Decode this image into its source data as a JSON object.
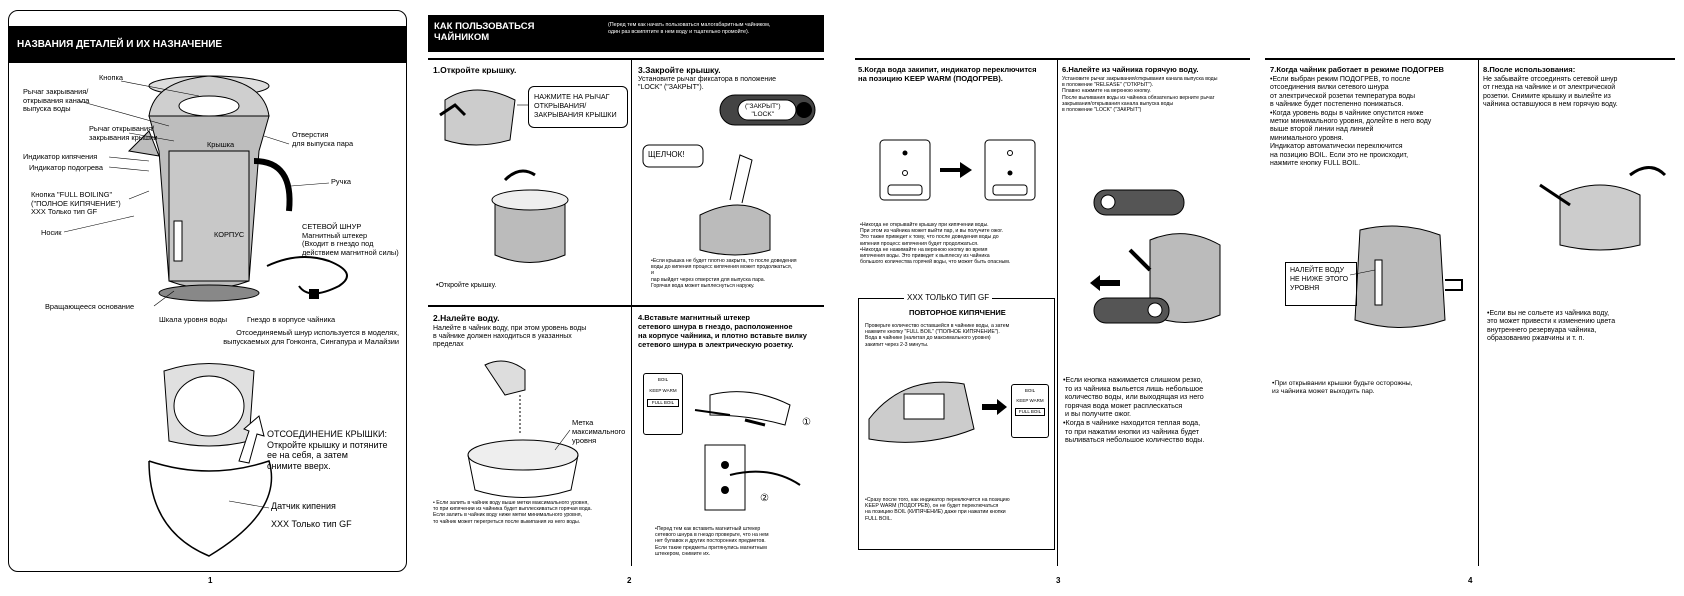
{
  "page1": {
    "header": "НАЗВАНИЯ ДЕТАЛЕЙ И ИХ НАЗНАЧЕНИЕ",
    "labels": {
      "knopka": "Кнопка",
      "lever1": "Рычаг закрывания/\nоткрывания канала\nвыпуска воды",
      "lever2": "Рычаг открывания/\nзакрывания крышки",
      "boil_ind": "Индикатор кипячения",
      "warm_ind": "Индикатор подогрева",
      "fullboil": "Кнопка \"FULL BOILING\"\n(\"ПОЛНОЕ КИПЯЧЕНИЕ\")\nXXX Только тип GF",
      "nosik": "Носик",
      "base": "Вращающееся основание",
      "scale": "Шкала уровня воды",
      "socket": "Гнездо в корпусе чайника",
      "lid": "Крышка",
      "body": "КОРПУС",
      "steam": "Отверстия\nдля выпуска пара",
      "handle": "Ручка",
      "cord": "СЕТЕВОЙ ШНУР\nМагнитный штекер\n(Входит в гнездо под\nдействием магнитной силы)",
      "detach_note": "Отсоединяемый шнур используется в моделях,\nвыпускаемых для Гонконга, Сингапура и Малайзии",
      "lid_remove": "ОТСОЕДИНЕНИЕ КРЫШКИ:\nОткройте крышку и потяните\nее на себя, а затем\nснимите вверх.",
      "sensor": "Датчик кипения",
      "gf_only": "XXX Только тип GF"
    },
    "page_num": "1"
  },
  "page2": {
    "header": "КАК ПОЛЬЗОВАТЬСЯ\nЧАЙНИКОМ",
    "header_note": "(Перед тем как начать пользоваться малогабаритным чайником,\nодин раз вскипятите в нем воду и тщательно промойте).",
    "s1_title": "1.Откройте крышку.",
    "s1_callout": "НАЖМИТЕ НА РЫЧАГ\nОТКРЫВАНИЯ/\nЗАКРЫВАНИЯ КРЫШКИ",
    "s1_caption": "•Откройте крышку.",
    "s3_title": "3.Закройте крышку.",
    "s3_sub": "Установите рычаг фиксатора в положение\n\"LOCK\" (\"ЗАКРЫТ\").",
    "s3_lock": "(\"ЗАКРЫТ\")\n\"LOCK\"",
    "s3_click": "ЩЕЛЧОК!",
    "s3_note": "•Если крышка не будет плотно закрыта, то после доведения\nводы до кипения процесс кипячения может продолжаться,\nи\nпар выйдет через отверстия для выпуска пара.\nГорячая вода может выплеснуться наружу.",
    "s2_title": "2.Налейте воду.",
    "s2_sub": "Налейте в чайник воду, при этом уровень воды\nв чайнике должен находиться в указанных\nпределах",
    "s2_mark": "Метка\nмаксимального\nуровня",
    "s2_note": "• Если залить в чайник воду выше метки максимального уровня,\nто при кипячении из чайника будет выплескиваться горячая вода.\nЕсли залить в чайник воду ниже метки минимального уровня,\nто чайник может перегреться после выкипания из него воды.",
    "s4_title": "4.Вставьте магнитный штекер\nсетевого шнура в гнездо, расположенное\nна корпусе чайника, и плотно вставьте вилку\nсетевого шнура в электрическую розетку.",
    "s4_panel": [
      "BOIL",
      "KEEP WARM",
      "FULL BOIL"
    ],
    "s4_num1": "①",
    "s4_num2": "②",
    "s4_note": "•Перед тем как вставить магнитный штекер\nсетевого шнура в гнездо проверьте, что на нем\nнет булавок и других посторонних предметов.\nЕсли такие предметы притянулись магнитным\nштекером, снимите их.",
    "page_num": "2"
  },
  "page3": {
    "s5_title": "5.Когда вода закипит, индикатор переключится\nна позицию KEEP WARM (ПОДОГРЕВ).",
    "s5_note": "•Никогда не открывайте крышку при кипячении воды.\nПри этом из чайника может выйти пар, и вы получите ожог.\nЭто также приведет к тому, что после доведения воды до\nкипения процесс кипячения будет продолжаться.\n•Никогда не нажимайте на верхнюю кнопку во время\nкипячения воды. Это приведет к выплеску из чайника\nбольшого количества горячей воды, что может быть опасным.",
    "gf_box_title": "XXX ТОЛЬКО ТИП GF",
    "gf_box_sub": "ПОВТОРНОЕ КИПЯЧЕНИЕ",
    "gf_box_text": "Проверьте количество оставшейся в чайнике воды, а затем\nнажмите кнопку \"FULL BOIL\" (\"ПОЛНОЕ КИПЯЧЕНИЕ\").\nВода в чайнике (налитая до максимального уровня)\nзакипит через 2-3 минуты.",
    "gf_panel": [
      "BOIL",
      "KEEP WARM",
      "FULL BOIL"
    ],
    "gf_note": "•Сразу после того, как индикатор переключится на позицию\nKEEP WARM (ПОДОГРЕВ), он не будет переключаться\nна позицию BOIL (КИПЯЧЕНИЕ) даже при нажатии кнопки\nFULL BOIL.",
    "s6_title": "6.Налейте из чайника горячую воду.",
    "s6_sub": "Установите рычаг закрывания/открывания канала выпуска воды\nв положение \"RELEASE\" (\"ОТКРЫТ\").\nПлавно нажмите на верхнюю кнопку.\nПосле выливания воды из чайника обязательно верните рычаг\nзакрывания/открывания канала выпуска воды\nв положение \"LOCK\" (\"ЗАКРЫТ\")",
    "s6_note": "•Если кнопка нажимается слишком резко,\n то из чайника выльется лишь небольшое\n количество воды, или выходящая из него\n горячая вода может расплескаться\n и вы получите ожог.\n•Когда в чайнике находится теплая вода,\n то при нажатии кнопки из чайника будет\n выливаться небольшое количество воды.",
    "page_num": "3"
  },
  "page4": {
    "s7_title": "7.Когда чайник работает в режиме ПОДОГРЕВ",
    "s7_text": "•Если выбран режим ПОДОГРЕВ, то после\nотсоединения вилки сетевого шнура\nот электрической розетки температура воды\nв чайнике будет постепенно понижаться.\n•Когда уровень воды в чайнике опустится ниже\nметки минимального уровня, долейте в него воду\nвыше второй линии над линией\nминимального уровня.\nИндикатор автоматически переключится\nна позицию BOIL. Если это не происходит,\nнажмите кнопку FULL BOIL.",
    "s7_callout": "НАЛЕЙТЕ ВОДУ\nНЕ НИЖЕ ЭТОГО\nУРОВНЯ",
    "s7_note": "•При открывании крышки будьте осторожны,\nиз чайника может выходить пар.",
    "s8_title": "8.После использования:",
    "s8_text": "Не забывайте отсоединять сетевой шнур\nот гнезда на чайнике и от электрической\nрозетки. Снимите крышку и вылейте из\nчайника оставшуюся в нем горячую воду.",
    "s8_note": "•Если вы не сольете из чайника воду,\nэто может привести к изменению цвета\nвнутреннего резервуара чайника,\nобразованию ржавчины и т. п.",
    "page_num": "4"
  }
}
